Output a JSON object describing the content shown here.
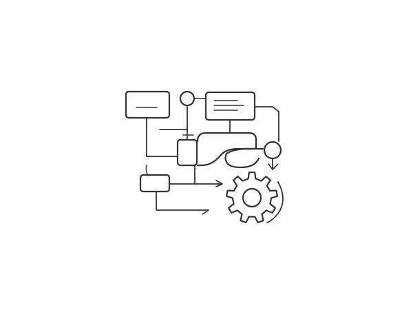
{
  "diagram": {
    "style": "hand-drawn-sketch",
    "colors": {
      "stroke": "#2f3336",
      "stroke_light": "#6b7075",
      "background": "#ffffff"
    },
    "nodes": [
      {
        "id": "box-top-left",
        "kind": "rounded-rect",
        "content": "single-line"
      },
      {
        "id": "circle-top",
        "kind": "circle"
      },
      {
        "id": "box-top-right",
        "kind": "rounded-rect",
        "content": "three-lines"
      },
      {
        "id": "box-center-small",
        "kind": "rounded-rect"
      },
      {
        "id": "pipe-shape",
        "kind": "curved-path"
      },
      {
        "id": "circle-right",
        "kind": "circle"
      },
      {
        "id": "box-bottom-left",
        "kind": "rounded-rect"
      },
      {
        "id": "gear",
        "kind": "gear-icon"
      }
    ]
  }
}
